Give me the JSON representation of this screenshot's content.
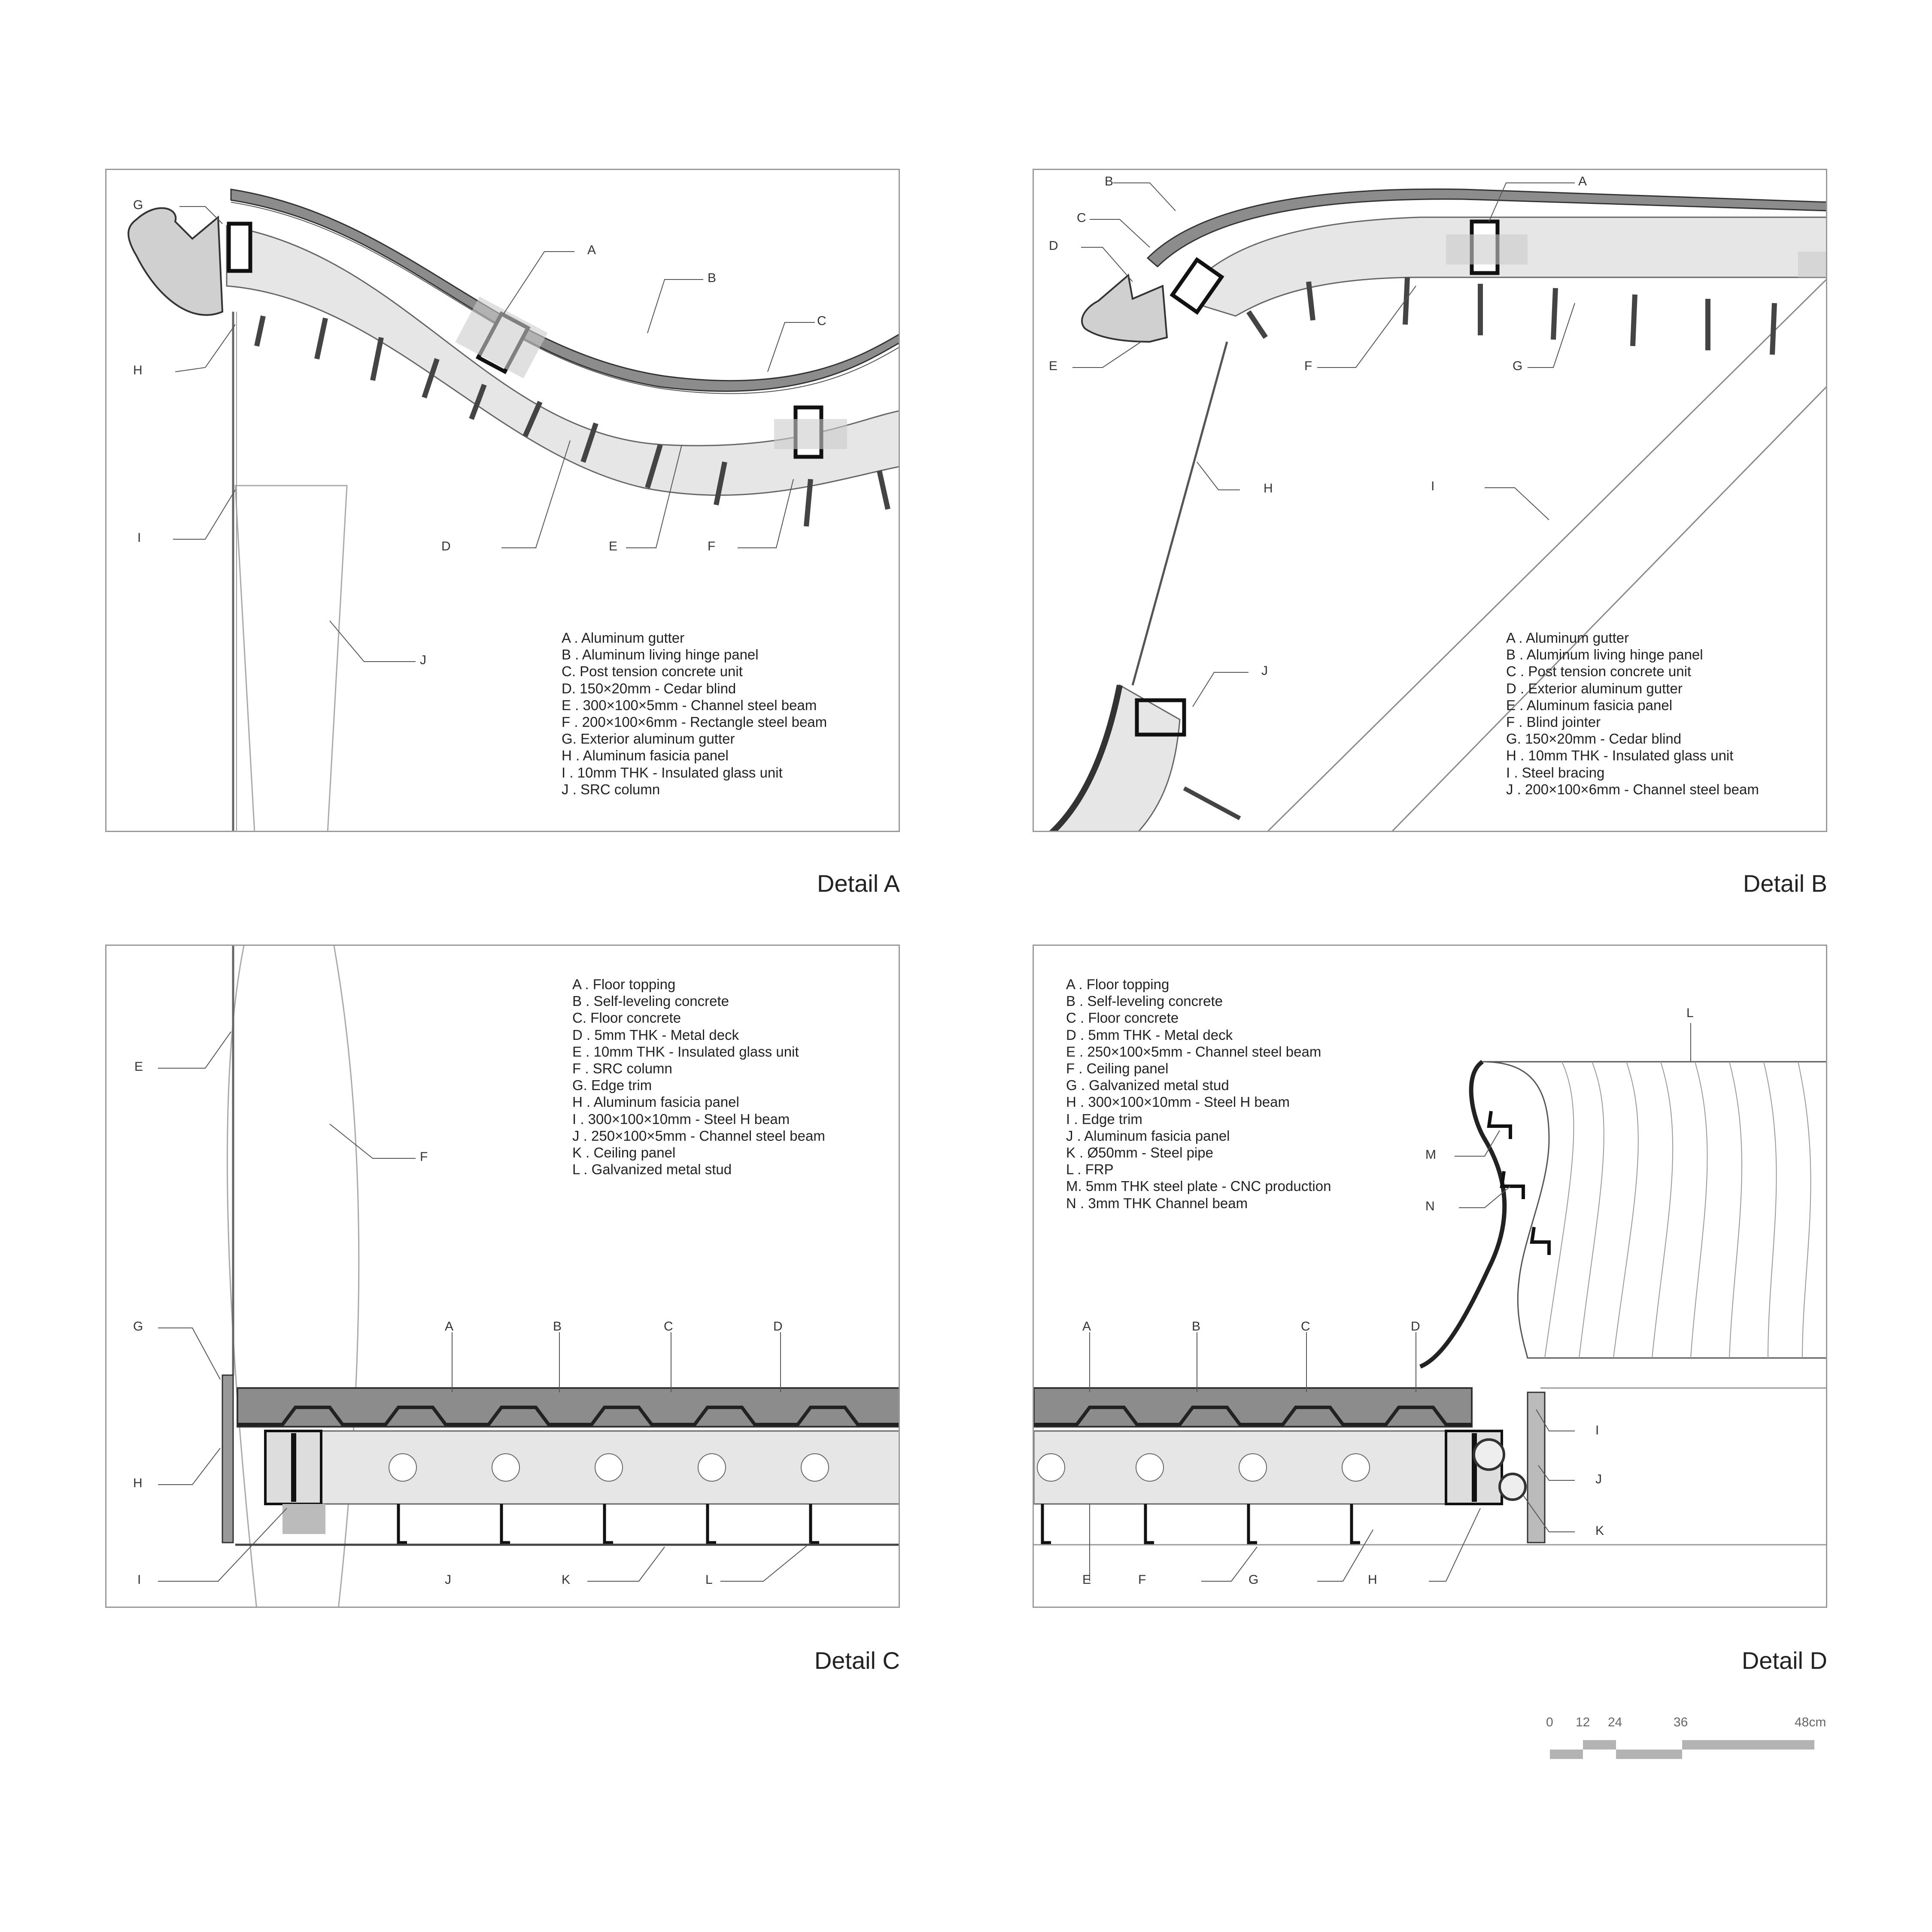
{
  "details": [
    {
      "title": "Detail A",
      "callouts": [
        "A",
        "B",
        "C",
        "D",
        "E",
        "F",
        "G",
        "H",
        "I",
        "J"
      ],
      "legend": [
        "A . Aluminum gutter",
        "B . Aluminum living hinge panel",
        "C. Post tension concrete unit",
        "D. 150×20mm - Cedar blind",
        "E . 300×100×5mm - Channel steel beam",
        "F . 200×100×6mm - Rectangle steel beam",
        "G. Exterior aluminum gutter",
        "H . Aluminum fasicia panel",
        "I  . 10mm THK - Insulated glass unit",
        "J . SRC column"
      ]
    },
    {
      "title": "Detail B",
      "callouts": [
        "A",
        "B",
        "C",
        "D",
        "E",
        "F",
        "G",
        "H",
        "I",
        "J"
      ],
      "legend": [
        "A . Aluminum gutter",
        "B . Aluminum living hinge panel",
        "C . Post tension concrete unit",
        "D . Exterior aluminum gutter",
        "E . Aluminum fasicia panel",
        "F . Blind jointer",
        "G. 150×20mm - Cedar blind",
        "H . 10mm THK - Insulated glass unit",
        "I  . Steel bracing",
        "J . 200×100×6mm - Channel steel beam"
      ]
    },
    {
      "title": "Detail C",
      "callouts": [
        "A",
        "B",
        "C",
        "D",
        "E",
        "F",
        "G",
        "H",
        "I",
        "J",
        "K",
        "L"
      ],
      "legend": [
        "A . Floor topping",
        "B . Self-leveling concrete",
        "C. Floor concrete",
        "D . 5mm THK - Metal deck",
        "E . 10mm THK - Insulated glass unit",
        "F . SRC column",
        "G. Edge trim",
        "H . Aluminum fasicia panel",
        "I  . 300×100×10mm - Steel H beam",
        "J . 250×100×5mm - Channel steel beam",
        "K . Ceiling panel",
        "L . Galvanized metal stud"
      ]
    },
    {
      "title": "Detail D",
      "callouts": [
        "A",
        "B",
        "C",
        "D",
        "E",
        "F",
        "G",
        "H",
        "I",
        "J",
        "K",
        "L",
        "M",
        "N"
      ],
      "legend": [
        "A . Floor topping",
        "B . Self-leveling concrete",
        "C . Floor concrete",
        "D . 5mm THK - Metal deck",
        "E . 250×100×5mm - Channel steel beam",
        "F . Ceiling panel",
        "G . Galvanized metal stud",
        "H . 300×100×10mm - Steel H beam",
        "I  . Edge trim",
        "J . Aluminum fasicia panel",
        "K . Ø50mm - Steel pipe",
        "L . FRP",
        "M. 5mm THK steel plate - CNC production",
        "N . 3mm THK Channel beam"
      ]
    }
  ],
  "scale_bar": {
    "ticks": [
      "0",
      "12",
      "24",
      "36",
      "48cm"
    ]
  },
  "colors": {
    "frame": "#999999",
    "line": "#333333",
    "fill_light": "#e6e6e6",
    "fill_mid": "#b5b5b5",
    "concrete": "#8c8c8c"
  }
}
